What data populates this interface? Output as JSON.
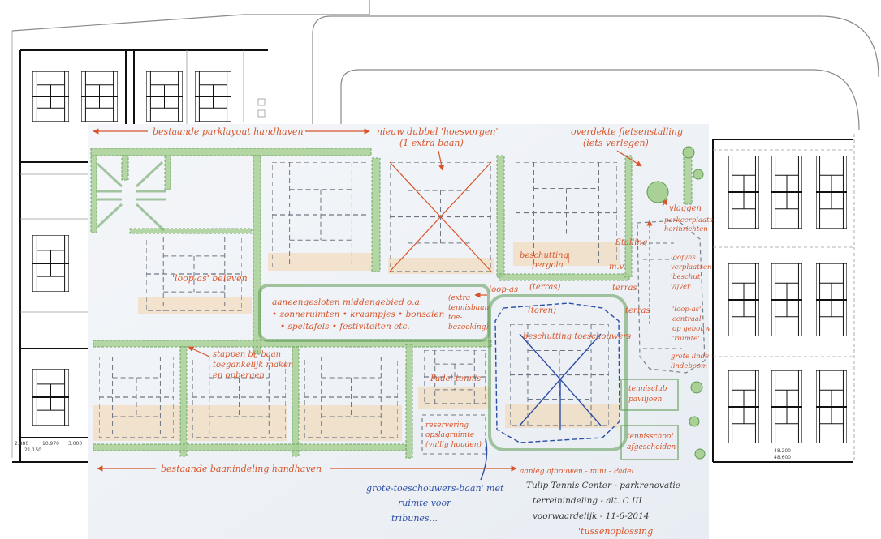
{
  "annotations": {
    "existing_layout": "bestaande parklayout handhaven",
    "new_double": [
      "nieuw dubbel 'hoesvorgen'",
      "(1 extra baan)"
    ],
    "bike_storage": [
      "overdekte fietsenstalling",
      "(iets verlegen)"
    ],
    "flags": "vlaggen",
    "parking": [
      "parkeerplaats",
      "herinrichten"
    ],
    "storage": "Stalling",
    "mv": "m.v.",
    "pergola": [
      "beschutting",
      "pergola"
    ],
    "terrace_1": "(terras)",
    "path_plants": [
      "loop/as",
      "verplaatsen",
      "'beschut'",
      "vijver"
    ],
    "terrace_2": "terras",
    "path_central": [
      "'loop-as'",
      "centraal",
      "op gebouw",
      "'ruimte'"
    ],
    "terrace_3": "terras",
    "loop_as": "loop-as",
    "tower": "(toren)",
    "covered": "beschutting toeschouwers",
    "path_left": "'loop-as' beleven",
    "middle_area": [
      "aaneengesloten middengebied o.a.",
      "• zonneruimten • kraampjes • bonsaien",
      "• speltafels • festiviteiten etc."
    ],
    "extra_court": [
      "(extra",
      "tennisbaan",
      "toe-",
      "bezoeking)"
    ],
    "stairs": [
      "stappen bij baan",
      "toegankelijk maken",
      "en opbergen"
    ],
    "padel": "Padel-tennis",
    "reservation": [
      "reservering",
      "opslagruimte",
      "(vullig houden)"
    ],
    "clubhouse": [
      "tennisclub",
      "paviljoen"
    ],
    "school": [
      "tennisschool",
      "afgescheiden"
    ],
    "tree": [
      "grote linde",
      "lindeboom"
    ],
    "existing_courts": "bestaande baanindeling handhaven",
    "mini_padel": "aanleg afbouwen - mini - Padel",
    "spectator_court": [
      "'grote-toeschouwers-baan' met",
      "ruimte voor",
      "tribunes..."
    ],
    "temporary": "'tussenoplossing'"
  },
  "title_block": [
    "Tulip Tennis Center - parkrenovatie",
    "terreinindeling - alt. C III",
    "voorwaardelijk - 11-6-2014"
  ],
  "dimensions": {
    "left": [
      "2.880",
      "10.970",
      "3.000",
      "21.150"
    ],
    "right": [
      "48.200",
      "48.600"
    ]
  },
  "colors": {
    "annotation": "#d8542a",
    "blue": "#2d4ea6",
    "ink": "#3a3a3a",
    "cad": "#111111",
    "pencil": "#6f7683",
    "hedge": "#a9d196",
    "hedge_edge": "#5f9a55",
    "tint": "#f5cf9c",
    "paper": "#eef1f5"
  }
}
